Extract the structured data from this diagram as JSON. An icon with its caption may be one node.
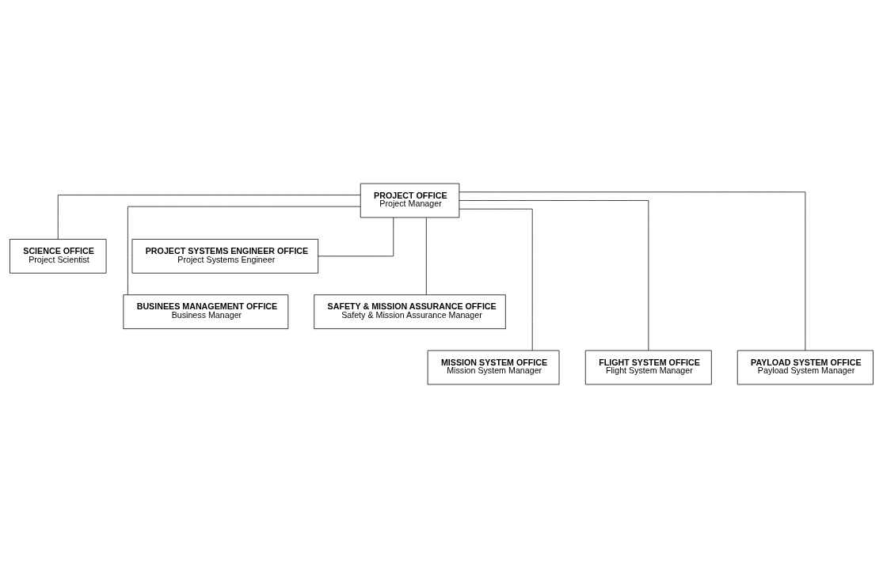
{
  "diagram": {
    "nodes": [
      {
        "text": [
          "PROJECT OFFICE",
          "Project Manager"
        ]
      },
      {
        "text": [
          "SCIENCE OFFICE",
          "Project Scientist"
        ]
      },
      {
        "text": [
          "PROJECT SYSTEMS ENGINEER OFFICE",
          "Project Systems Engineer"
        ]
      },
      {
        "text": [
          "BUSINEES MANAGEMENT OFFICE",
          "Business Manager"
        ]
      },
      {
        "text": [
          "SAFETY & MISSION ASSURANCE OFFICE",
          "Safety & Mission Assurance Manager"
        ]
      },
      {
        "text": [
          "MISSION SYSTEM OFFICE",
          "Mission System Manager"
        ]
      },
      {
        "text": [
          "FLIGHT SYSTEM OFFICE",
          "Flight System Manager"
        ]
      },
      {
        "text": [
          "PAYLOAD SYSTEM OFFICE",
          "Payload System Manager"
        ]
      }
    ],
    "edges": [
      {
        "from": 0,
        "to": 1,
        "arrow": "none"
      },
      {
        "from": 0,
        "to": 2,
        "arrow": "none"
      },
      {
        "from": 0,
        "to": 3,
        "arrow": "none"
      },
      {
        "from": 0,
        "to": 4,
        "arrow": "none"
      },
      {
        "from": 0,
        "to": 5,
        "arrow": "none"
      },
      {
        "from": 0,
        "to": 6,
        "arrow": "none"
      },
      {
        "from": 0,
        "to": 7,
        "arrow": "none"
      }
    ]
  }
}
